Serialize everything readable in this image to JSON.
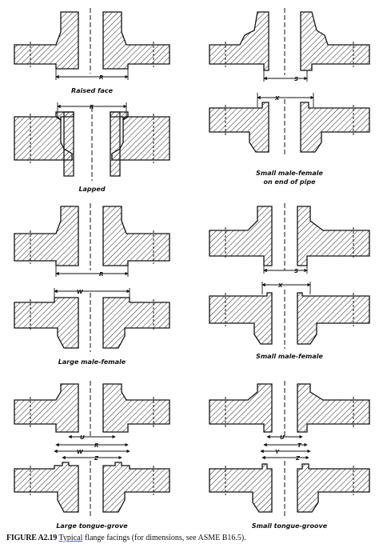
{
  "figure": {
    "caption_id": "FIGURE A2.19",
    "caption_underlined": "Typical",
    "caption_text": "flange facings (for dimensions, see ASME B16.5)."
  },
  "panels": [
    {
      "label": "Raised face",
      "dims": [
        "R"
      ]
    },
    {
      "label": "Lapped",
      "dims": [
        "R"
      ]
    },
    {
      "label": "Small male-female",
      "label2": "on end of pipe",
      "dims": [
        "S",
        "X"
      ]
    },
    {
      "label": "Large male-female",
      "dims": [
        "R",
        "W"
      ]
    },
    {
      "label": "Small male-female",
      "dims": [
        "S",
        "X"
      ]
    },
    {
      "label": "Large tongue-grove",
      "dims": [
        "U",
        "R",
        "W",
        "Z"
      ]
    },
    {
      "label": "Small tongue-groove",
      "dims": [
        "U",
        "T",
        "Y",
        "Z"
      ]
    }
  ]
}
